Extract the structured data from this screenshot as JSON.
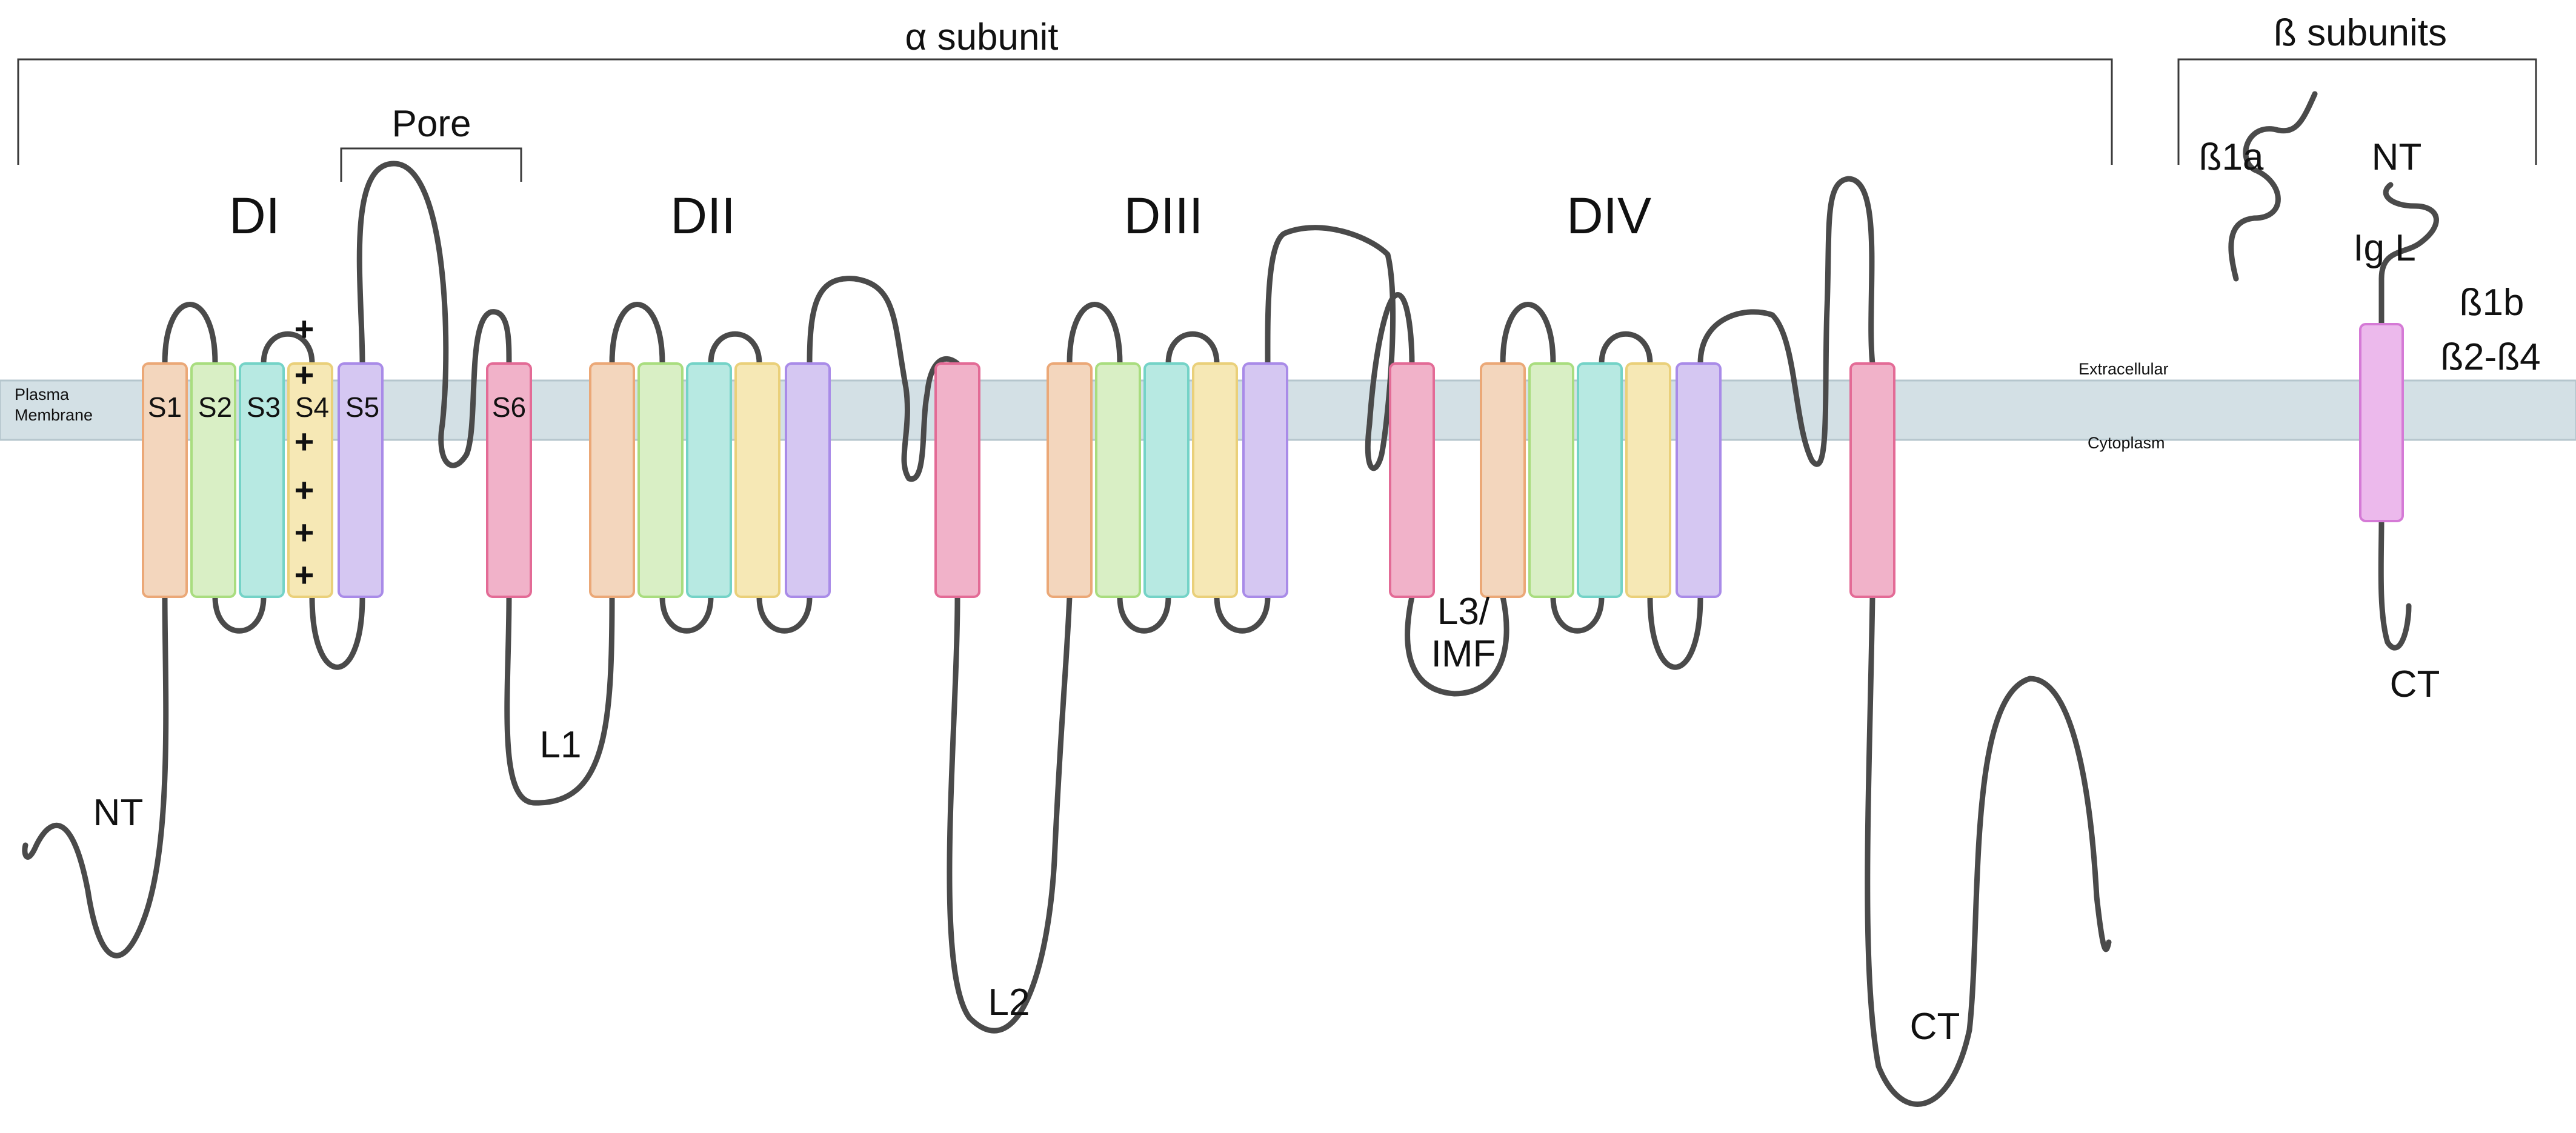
{
  "colors": {
    "s1": "#f3d6bd",
    "s1_stroke": "#eba877",
    "s2": "#d9efc5",
    "s2_stroke": "#a9dd7f",
    "s3": "#b7e9e2",
    "s3_stroke": "#74d3c7",
    "s4": "#f6e8b5",
    "s4_stroke": "#ead07a",
    "s5": "#d5c7f2",
    "s5_stroke": "#a98be8",
    "s6": "#f1b2c9",
    "s6_stroke": "#e36b96",
    "beta": "#ecb9ec",
    "beta_stroke": "#d57ad6",
    "membrane": "#d3e0e5",
    "line": "#4a4a4a"
  },
  "labels": {
    "alpha_subunit": "α subunit",
    "beta_subunits": "ß subunits",
    "pore": "Pore",
    "domains": [
      "DI",
      "DII",
      "DIII",
      "DIV"
    ],
    "segments": [
      "S1",
      "S2",
      "S3",
      "S4",
      "S5",
      "S6"
    ],
    "s4_charges": [
      "+",
      "+",
      "+",
      "+",
      "+",
      "+"
    ],
    "plasma_membrane": [
      "Plasma",
      "Membrane"
    ],
    "extracellular": "Extracellular",
    "cytoplasm": "Cytoplasm",
    "nt_alpha": "NT",
    "l1": "L1",
    "l2": "L2",
    "l3_imf": [
      "L3/",
      "IMF"
    ],
    "ct_alpha": "CT",
    "b1a": "ß1a",
    "nt_beta": "NT",
    "ig_loop": "Ig L",
    "b1b": "ß1b",
    "b2_b4": "ß2-ß4",
    "ct_beta": "CT"
  }
}
